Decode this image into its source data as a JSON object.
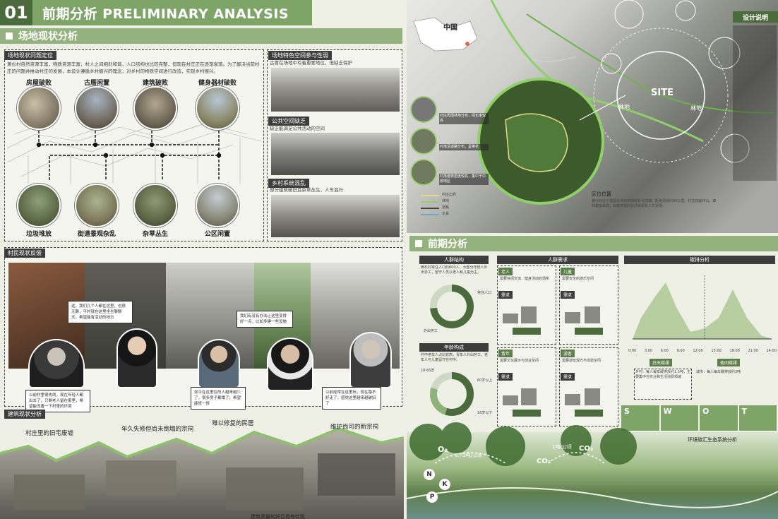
{
  "header": {
    "number": "01",
    "title": "前期分析 PRELIMINARY ANALYSIS"
  },
  "sections": {
    "site_status": "场地现状分析",
    "pre_analysis": "前期分析"
  },
  "site_problems": {
    "tag": "场地现状问题定位",
    "description": "黄杉村自然资源丰富，物质资源丰富，村人之间相处和谐，人口结构也比较完整，但现在村庄正在逐渐衰落。为了解决当前村庄的问题并推动村庄的发展，本设计遵循乡村振兴的理念，对乡村的物质空间进行改造，实现乡村振兴。",
    "top_labels": [
      "房屋破败",
      "古厝闲置",
      "建筑破败",
      "健身器材破败"
    ],
    "bottom_labels": [
      "垃圾堆放",
      "街道景观杂乱",
      "杂草丛生",
      "公区闲置"
    ]
  },
  "feature_space": {
    "tag": "场地特色空间参与性弱",
    "desc": "古厝在场地中有着重要地位，但缺乏保护",
    "public_tag": "公共空间缺乏",
    "public_desc": "缺乏能满足公共活动的空间",
    "street_tag": "乡村系统混乱",
    "street_desc": "部分建筑破旧且杂草丛生，人车混行"
  },
  "villagers": {
    "tag": "村民现状反馈",
    "bubbles": [
      "以前村里很热闹，现在年轻人都出去了，只剩老人留在家里，希望能改善一下村里的环境",
      "这，我们几个人都在这里，也很无聊，平时就在这里坐坐聊聊天，希望能有活动的地方",
      "如今在这里住的人越来越少了，很多房子都塌了，希望能修一修",
      "我们有没有办法让这里变得好一点，比如多建一些设施",
      "以前经常在这里玩，现在路不好走了，感觉这里越来越破旧了"
    ]
  },
  "buildings": {
    "tag": "建筑现状分析",
    "labels": [
      "村庄里的旧宅废墟",
      "年久失修但尚未倒塌的宗祠",
      "难以修复的民居",
      "维护尚可的新宗祠",
      "建筑质量较好且具有特色"
    ]
  },
  "map": {
    "china_label": "中国",
    "site_label": "SITE",
    "forest_label1": "林地",
    "forest_label2": "林地",
    "design_note": "设计说明",
    "zoom_labels": [
      "村庄周围林地分布，绿化率较高",
      "村落沿道路分布，呈带状",
      "村落建筑密度较高，集中于中部地区"
    ],
    "legend": [
      "村庄边界",
      "林地",
      "道路",
      "水系"
    ],
    "location_tag": "区位位置",
    "location_desc": "黄杉村位于福建省漳州市南靖县书洋镇，距离县城约60公里。村庄四面环山，森林覆盖率高，有着丰富的自然资源和人文资源。"
  },
  "pre": {
    "population": {
      "header": "人群结构",
      "desc": "黄杉村常住人口约600人，大部分年轻人外出务工，留守人员以老人和儿童为主。",
      "pct_labels": [
        "常住人口",
        "外出务工"
      ]
    },
    "age": {
      "header": "年龄构成",
      "desc": "村中老年人占比较高，青年人外出务工，老年人与儿童留守在村中。",
      "pct_labels": [
        "18-60岁",
        "60岁以上",
        "18岁以下"
      ]
    },
    "needs": {
      "header": "人群需求",
      "groups": [
        {
          "tag": "老人",
          "desc": "需要休闲交流、健身活动的场所"
        },
        {
          "tag": "儿童",
          "desc": "需要安全的游乐空间"
        },
        {
          "tag": "青年",
          "desc": "需要文化展示与创业空间"
        },
        {
          "tag": "游客",
          "desc": "需要游览观光与体验空间"
        }
      ],
      "sub_tags": [
        "需求",
        "需求",
        "需求",
        "需求"
      ]
    },
    "carbon": {
      "header": "碳排分析",
      "axis": [
        "0:00",
        "3:00",
        "6:00",
        "9:00",
        "12:00",
        "15:00",
        "18:00",
        "21:00",
        "24:00"
      ],
      "legend1": "白天碳排",
      "legend2": "夜间碳排",
      "note1": "乡村：每人每年碳排放约1.5吨，主要集中在农业和生活消费领域",
      "note2": "城市：每人每年碳排放约3吨"
    },
    "swot": [
      "S",
      "W",
      "O",
      "T"
    ],
    "eco_title": "环境碳汇生态系统分析",
    "bubble_o2": "O₂",
    "bubble_co2a": "CO₂",
    "bubble_co2b": "CO₂",
    "bubble_txt1": "0.73吨/公顷",
    "bubble_txt2": "1吨/公顷",
    "npk": [
      "N",
      "K",
      "P"
    ]
  }
}
